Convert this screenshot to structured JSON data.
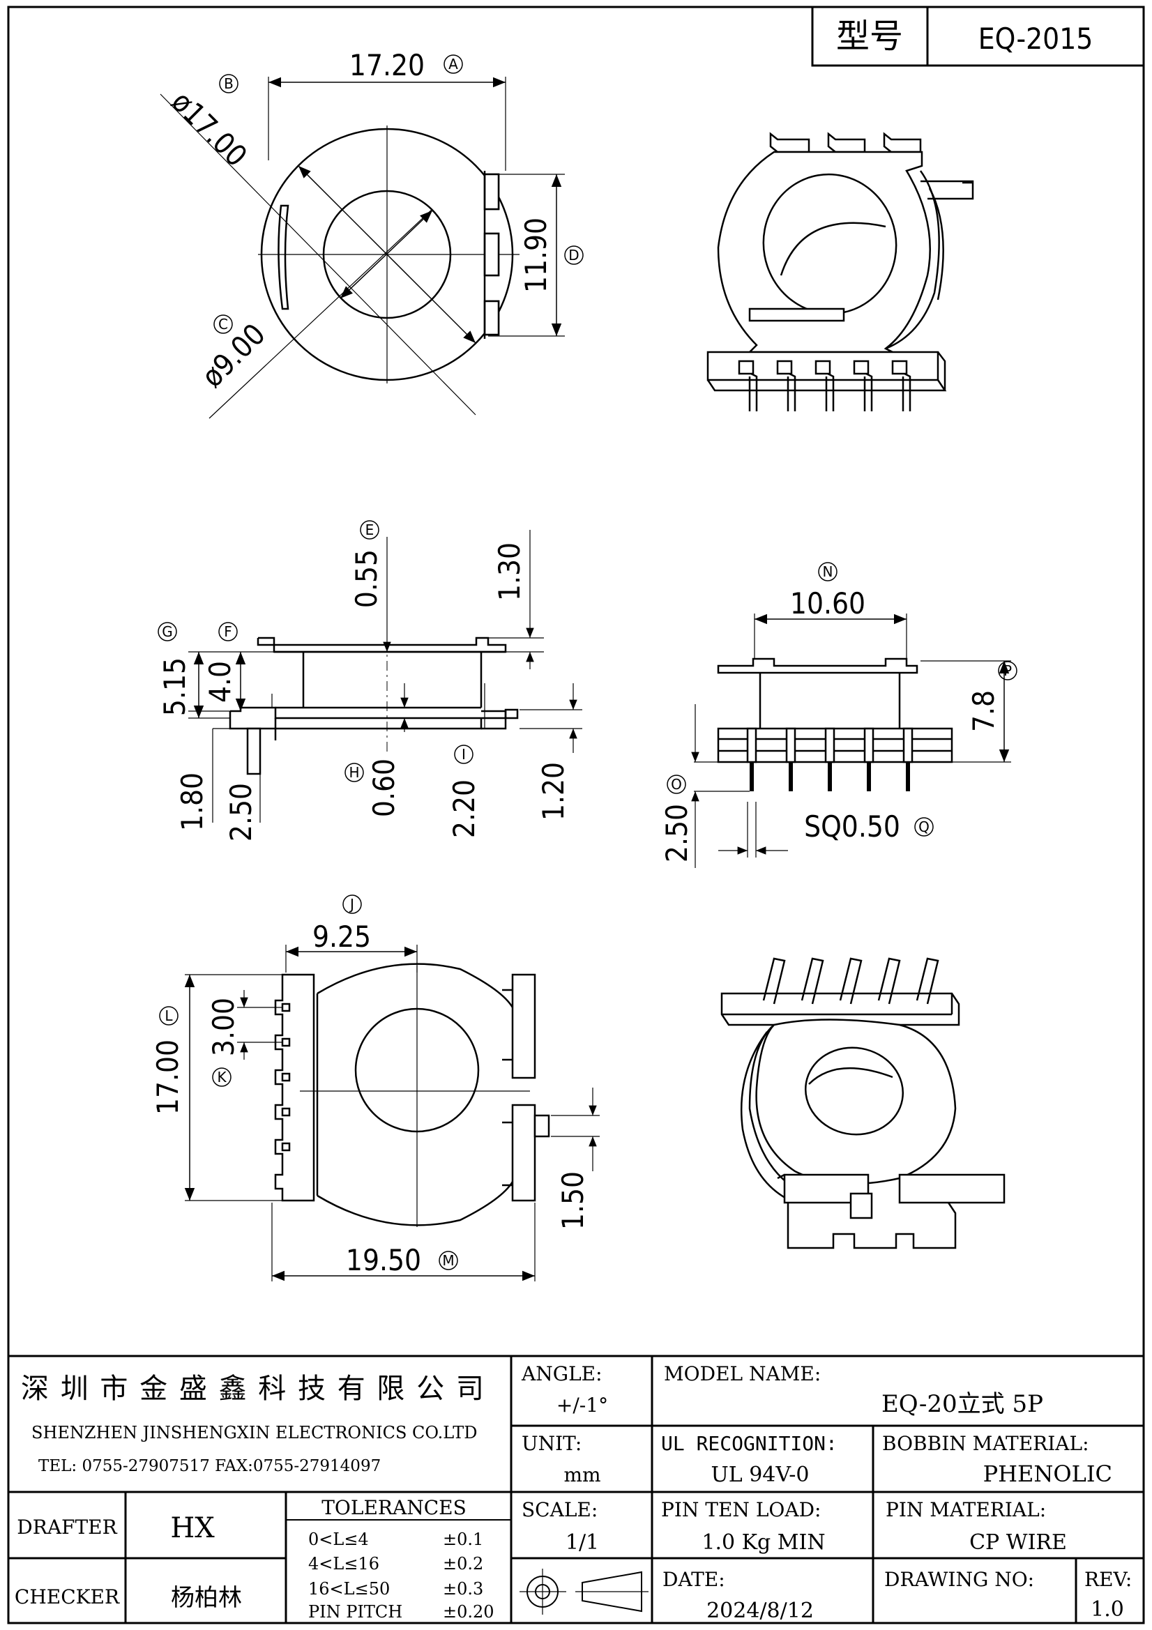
{
  "header": {
    "model_label": "型号",
    "model_value": "EQ-2015"
  },
  "dimensions": {
    "A": "17.20",
    "B": "ø17.00",
    "C": "ø9.00",
    "D": "11.90",
    "E": "0.55",
    "F": "4.0",
    "G": "5.15",
    "H": "0.60",
    "I": "2.20",
    "J": "9.25",
    "K": "3.00",
    "L": "17.00",
    "M": "19.50",
    "N": "10.60",
    "O": "2.50",
    "P": "7.8",
    "Q": "SQ0.50",
    "top_gap": "1.30",
    "pin_a": "1.80",
    "pin_b": "2.50",
    "right_h": "1.20",
    "bottom_side": "1.50"
  },
  "circle_labels": {
    "A": "A",
    "B": "B",
    "C": "C",
    "D": "D",
    "E": "E",
    "F": "F",
    "G": "G",
    "H": "H",
    "I": "I",
    "J": "J",
    "K": "K",
    "L": "L",
    "M": "M",
    "N": "N",
    "O": "O",
    "P": "P",
    "Q": "Q"
  },
  "title_block": {
    "company_cn": "深 圳 市 金 盛 鑫 科 技 有 限 公 司",
    "company_en": "SHENZHEN JINSHENGXIN ELECTRONICS  CO.LTD",
    "tel_fax": "TEL: 0755-27907517   FAX:0755-27914097",
    "angle_label": "ANGLE:",
    "angle_value": "+/-1°",
    "model_name_label": "MODEL NAME:",
    "model_name_value": "EQ-20立式 5P",
    "unit_label": "UNIT:",
    "unit_value": "mm",
    "ul_label": "UL RECOGNITION:",
    "ul_value": "UL 94V-0",
    "bobbin_label": "BOBBIN MATERIAL:",
    "bobbin_value": "PHENOLIC",
    "drafter_label": "DRAFTER",
    "drafter_value": "HX",
    "checker_label": "CHECKER",
    "checker_value": "杨柏林",
    "tolerances_label": "TOLERANCES",
    "tolerances": [
      {
        "range": "0<L≤4",
        "value": "±0.1"
      },
      {
        "range": "4<L≤16",
        "value": "±0.2"
      },
      {
        "range": "16<L≤50",
        "value": "±0.3"
      },
      {
        "range": "PIN PITCH",
        "value": "±0.20"
      }
    ],
    "scale_label": "SCALE:",
    "scale_value": "1/1",
    "pin_load_label": "PIN TEN LOAD:",
    "pin_load_value": "1.0 Kg MIN",
    "pin_material_label": "PIN MATERIAL:",
    "pin_material_value": "CP WIRE",
    "date_label": "DATE:",
    "date_value": "2024/8/12",
    "drawing_no_label": "DRAWING NO:",
    "rev_label": "REV:",
    "rev_value": "1.0"
  }
}
